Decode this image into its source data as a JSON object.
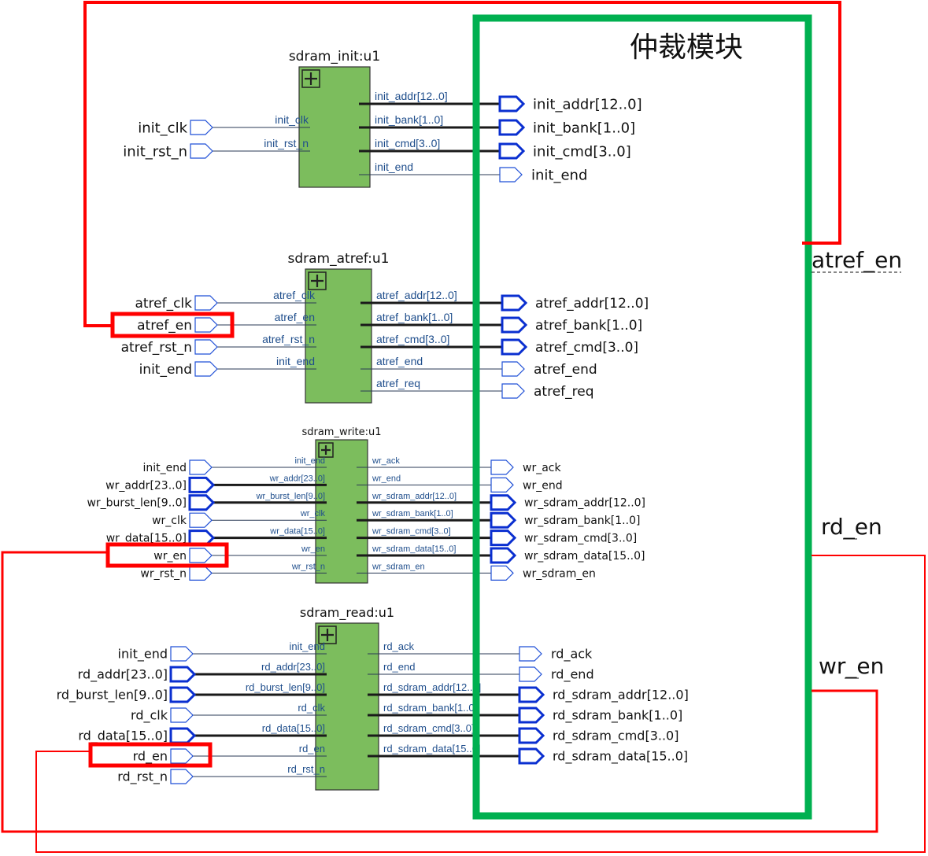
{
  "arbiter": {
    "title": "仲裁模块"
  },
  "signals": {
    "atref_en": "atref_en",
    "rd_en": "rd_en",
    "wr_en": "wr_en"
  },
  "modules": [
    {
      "id": "init",
      "title": "sdram_init:u1",
      "inputs": [
        {
          "pin": "init_clk",
          "port": "init_clk"
        },
        {
          "pin": "init_rst_n",
          "port": "init_rst_n"
        }
      ],
      "outputs": [
        {
          "pin": "init_addr[12..0]",
          "port": "init_addr[12..0]",
          "bus": true
        },
        {
          "pin": "init_bank[1..0]",
          "port": "init_bank[1..0]",
          "bus": true
        },
        {
          "pin": "init_cmd[3..0]",
          "port": "init_cmd[3..0]",
          "bus": true
        },
        {
          "pin": "init_end",
          "port": "init_end"
        }
      ]
    },
    {
      "id": "atref",
      "title": "sdram_atref:u1",
      "inputs": [
        {
          "pin": "atref_clk",
          "port": "atref_clk"
        },
        {
          "pin": "atref_en",
          "port": "atref_en"
        },
        {
          "pin": "atref_rst_n",
          "port": "atref_rst_n"
        },
        {
          "pin": "init_end",
          "port": "init_end"
        }
      ],
      "outputs": [
        {
          "pin": "atref_addr[12..0]",
          "port": "atref_addr[12..0]",
          "bus": true
        },
        {
          "pin": "atref_bank[1..0]",
          "port": "atref_bank[1..0]",
          "bus": true
        },
        {
          "pin": "atref_cmd[3..0]",
          "port": "atref_cmd[3..0]",
          "bus": true
        },
        {
          "pin": "atref_end",
          "port": "atref_end"
        },
        {
          "pin": "atref_req",
          "port": "atref_req"
        }
      ]
    },
    {
      "id": "write",
      "title": "sdram_write:u1",
      "inputs": [
        {
          "pin": "init_end",
          "port": "init_end"
        },
        {
          "pin": "wr_addr[23..0]",
          "port": "wr_addr[23..0]",
          "bus": true
        },
        {
          "pin": "wr_burst_len[9..0]",
          "port": "wr_burst_len[9..0]",
          "bus": true
        },
        {
          "pin": "wr_clk",
          "port": "wr_clk"
        },
        {
          "pin": "wr_data[15..0]",
          "port": "wr_data[15..0]",
          "bus": true
        },
        {
          "pin": "wr_en",
          "port": "wr_en"
        },
        {
          "pin": "wr_rst_n",
          "port": "wr_rst_n"
        }
      ],
      "outputs": [
        {
          "pin": "wr_ack",
          "port": "wr_ack"
        },
        {
          "pin": "wr_end",
          "port": "wr_end"
        },
        {
          "pin": "wr_sdram_addr[12..0]",
          "port": "wr_sdram_addr[12..0]",
          "bus": true
        },
        {
          "pin": "wr_sdram_bank[1..0]",
          "port": "wr_sdram_bank[1..0]",
          "bus": true
        },
        {
          "pin": "wr_sdram_cmd[3..0]",
          "port": "wr_sdram_cmd[3..0]",
          "bus": true
        },
        {
          "pin": "wr_sdram_data[15..0]",
          "port": "wr_sdram_data[15..0]",
          "bus": true
        },
        {
          "pin": "wr_sdram_en",
          "port": "wr_sdram_en"
        }
      ]
    },
    {
      "id": "read",
      "title": "sdram_read:u1",
      "inputs": [
        {
          "pin": "init_end",
          "port": "init_end"
        },
        {
          "pin": "rd_addr[23..0]",
          "port": "rd_addr[23..0]",
          "bus": true
        },
        {
          "pin": "rd_burst_len[9..0]",
          "port": "rd_burst_len[9..0]",
          "bus": true
        },
        {
          "pin": "rd_clk",
          "port": "rd_clk"
        },
        {
          "pin": "rd_data[15..0]",
          "port": "rd_data[15..0]",
          "bus": true
        },
        {
          "pin": "rd_en",
          "port": "rd_en"
        },
        {
          "pin": "rd_rst_n",
          "port": "rd_rst_n"
        }
      ],
      "outputs": [
        {
          "pin": "rd_ack",
          "port": "rd_ack"
        },
        {
          "pin": "rd_end",
          "port": "rd_end"
        },
        {
          "pin": "rd_sdram_addr[12..0]",
          "port": "rd_sdram_addr[12..0]",
          "bus": true
        },
        {
          "pin": "rd_sdram_bank[1..0]",
          "port": "rd_sdram_bank[1..0]",
          "bus": true
        },
        {
          "pin": "rd_sdram_cmd[3..0]",
          "port": "rd_sdram_cmd[3..0]",
          "bus": true
        },
        {
          "pin": "rd_sdram_data[15..0]",
          "port": "rd_sdram_data[15..0]",
          "bus": true
        }
      ]
    }
  ],
  "colors": {
    "arbiter": "#00b050",
    "highlight": "#ff0000",
    "module": "#7cbd5d",
    "port": "#1f4fd6"
  }
}
